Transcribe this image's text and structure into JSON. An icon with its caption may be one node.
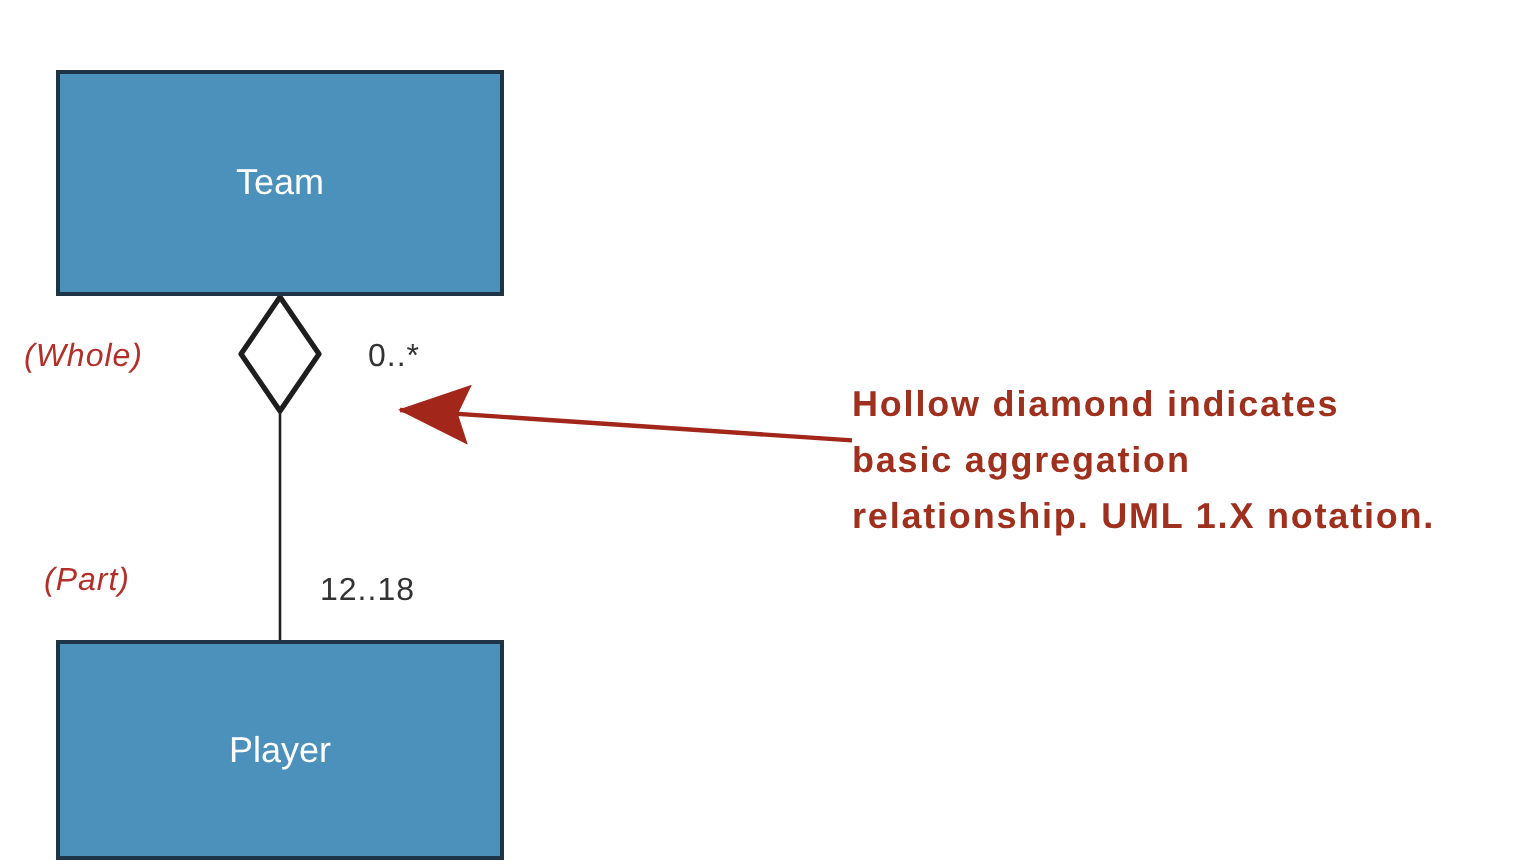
{
  "diagram": {
    "nodes": [
      {
        "text": [
          "Team"
        ]
      },
      {
        "text": [
          "Player"
        ]
      },
      {
        "text": [
          "Hollow diamond indicates basic aggregation relationship. UML 1.X notation."
        ]
      }
    ],
    "edges": [
      {
        "from": 0,
        "to": 1,
        "arrow": "other"
      },
      {
        "from": 2,
        "to": null,
        "arrow": "to",
        "color": "#a3261a"
      }
    ],
    "labels": [
      "(Whole)",
      "0..*",
      "(Part)",
      "12..18"
    ]
  }
}
